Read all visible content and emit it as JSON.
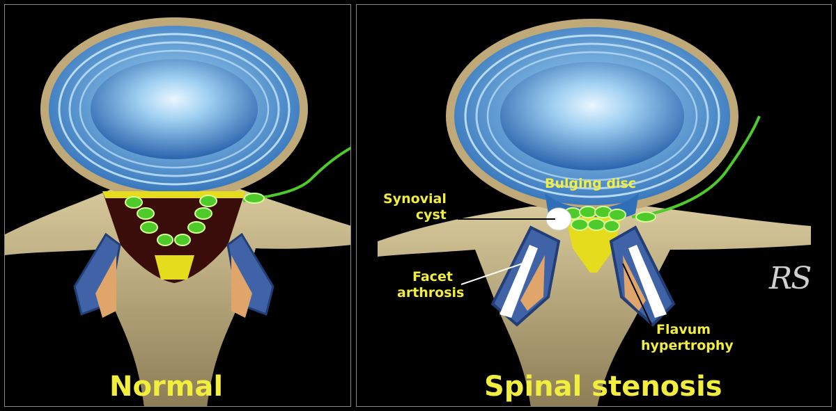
{
  "panels": {
    "left": {
      "caption": "Normal"
    },
    "right": {
      "caption": "Spinal stenosis"
    }
  },
  "labels": {
    "bulging_disc": "Bulging disc",
    "synovial_cyst": [
      "Synovial",
      "cyst"
    ],
    "facet_arthrosis": [
      "Facet",
      "arthrosis"
    ],
    "flavum_hypertrophy": [
      "Flavum",
      "hypertrophy"
    ]
  },
  "signature": "RS",
  "colors": {
    "label_yellow": "#f2ee3d",
    "disc_blue": "#2f6fb8",
    "annulus_light": "#8ec8f0",
    "bone_tan": "#c9b98c",
    "nerve_green": "#4ecb2a",
    "ligament_yellow": "#e6dc1e",
    "canal_dark": "#3a0c0a",
    "background": "#000000"
  }
}
